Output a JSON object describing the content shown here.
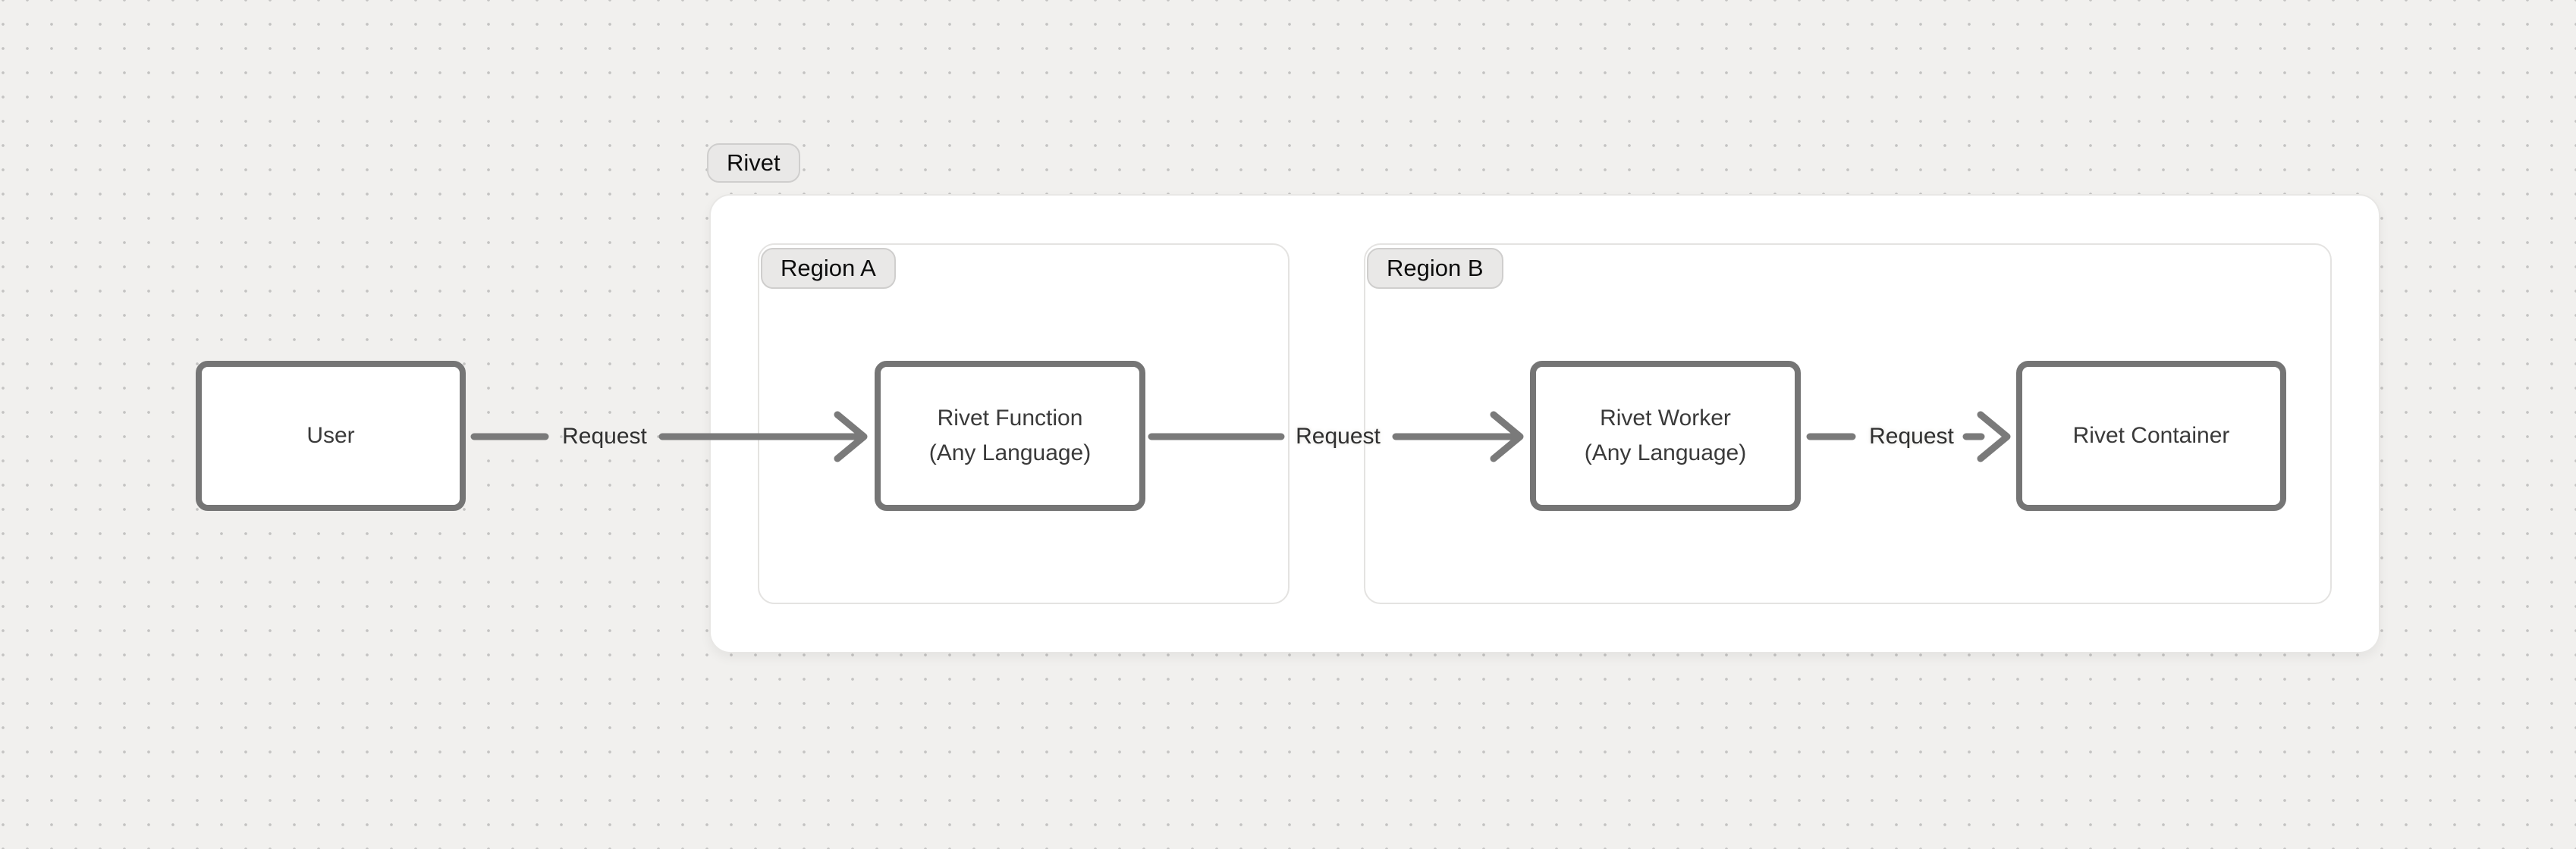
{
  "colors": {
    "canvas_bg": "#f1f0ee",
    "dot": "#c4c3c2",
    "surface": "#ffffff",
    "group_border": "#e8e7e5",
    "region_border": "#e4e3e1",
    "pill_bg": "#e9e8e7",
    "pill_border": "#cfcecd",
    "pill_text": "#0d0d0d",
    "node_border": "#757575",
    "node_text": "#3a3a3a",
    "edge": "#7a7a7a",
    "edge_label_text": "#303030"
  },
  "diagram": {
    "group": {
      "label": "Rivet"
    },
    "regions": [
      {
        "id": "region-a",
        "label": "Region A"
      },
      {
        "id": "region-b",
        "label": "Region B"
      }
    ],
    "nodes": [
      {
        "id": "user",
        "label": "User",
        "sublabel": ""
      },
      {
        "id": "rivet-function",
        "label": "Rivet Function",
        "sublabel": "(Any Language)"
      },
      {
        "id": "rivet-worker",
        "label": "Rivet Worker",
        "sublabel": "(Any Language)"
      },
      {
        "id": "rivet-container",
        "label": "Rivet Container",
        "sublabel": ""
      }
    ],
    "edges": [
      {
        "from": "user",
        "to": "rivet-function",
        "label": "Request"
      },
      {
        "from": "rivet-function",
        "to": "rivet-worker",
        "label": "Request"
      },
      {
        "from": "rivet-worker",
        "to": "rivet-container",
        "label": "Request"
      }
    ]
  }
}
